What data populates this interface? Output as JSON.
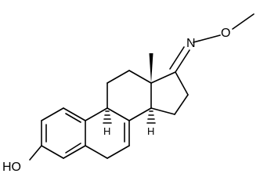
{
  "labels": {
    "hydroxyl": "HO",
    "oxime_o": "O",
    "oxime_n": "N",
    "h_c9": "H",
    "h_c14": "H"
  },
  "colors": {
    "ink": "#000000",
    "background": "#ffffff"
  }
}
